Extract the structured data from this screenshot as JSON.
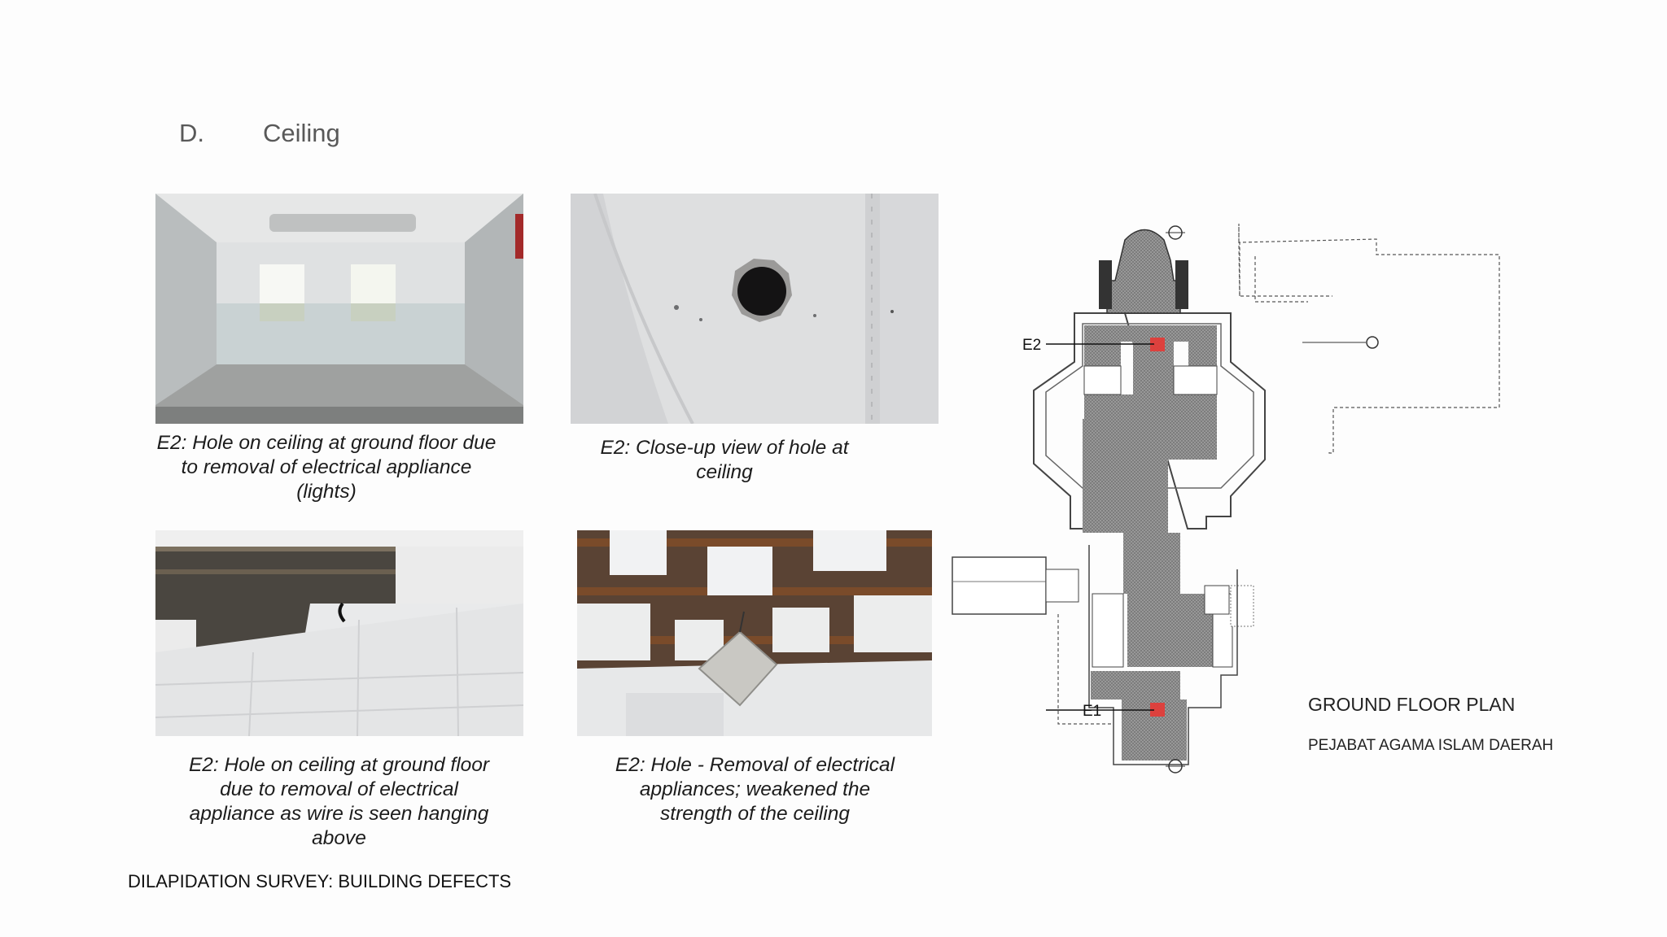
{
  "section": {
    "letter": "D.",
    "title": "Ceiling"
  },
  "photos": [
    {
      "caption": "E2: Hole on ceiling at ground floor due to removal of electrical appliance (lights)"
    },
    {
      "caption": "E2: Close-up view of hole at ceiling"
    },
    {
      "caption": "E2: Hole on ceiling at ground floor due to removal of electrical appliance as wire is seen hanging above"
    },
    {
      "caption": "E2: Hole - Removal of electrical appliances; weakened the strength of the ceiling"
    }
  ],
  "footer": "DILAPIDATION SURVEY: BUILDING DEFECTS",
  "plan": {
    "title": "GROUND FLOOR PLAN",
    "subtitle": "PEJABAT AGAMA ISLAM DAERAH",
    "markers": [
      {
        "label": "E2"
      },
      {
        "label": "E1"
      }
    ],
    "marker_color": "#e53935"
  }
}
